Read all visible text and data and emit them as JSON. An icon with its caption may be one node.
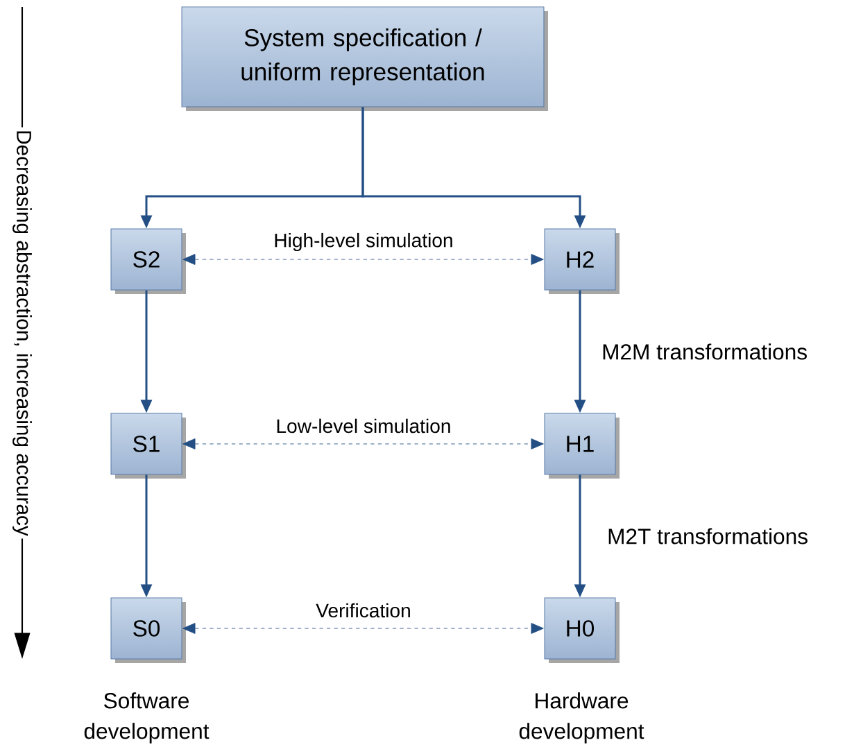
{
  "diagram": {
    "nodes": [
      {
        "text": [
          "System specification / uniform representation"
        ]
      },
      {
        "text": [
          "S2"
        ]
      },
      {
        "text": [
          "H2"
        ]
      },
      {
        "text": [
          "S1"
        ]
      },
      {
        "text": [
          "H1"
        ]
      },
      {
        "text": [
          "S0"
        ]
      },
      {
        "text": [
          "H0"
        ]
      }
    ],
    "edges": [
      {
        "from": 0,
        "to": 1,
        "arrow": "to"
      },
      {
        "from": 0,
        "to": 2,
        "arrow": "to"
      },
      {
        "from": 1,
        "to": 2,
        "arrow": "both",
        "style": "dashed",
        "label": "High-level simulation"
      },
      {
        "from": 1,
        "to": 3,
        "arrow": "to"
      },
      {
        "from": 2,
        "to": 4,
        "arrow": "to",
        "label": "M2M transformations"
      },
      {
        "from": 3,
        "to": 4,
        "arrow": "both",
        "style": "dashed",
        "label": "Low-level simulation"
      },
      {
        "from": 3,
        "to": 5,
        "arrow": "to"
      },
      {
        "from": 4,
        "to": 6,
        "arrow": "to",
        "label": "M2T transformations"
      },
      {
        "from": 5,
        "to": 6,
        "arrow": "both",
        "style": "dashed",
        "label": "Verification"
      }
    ],
    "labels": [
      "Decreasing abstraction, increasing accuracy",
      "Software development",
      "Hardware development"
    ]
  }
}
